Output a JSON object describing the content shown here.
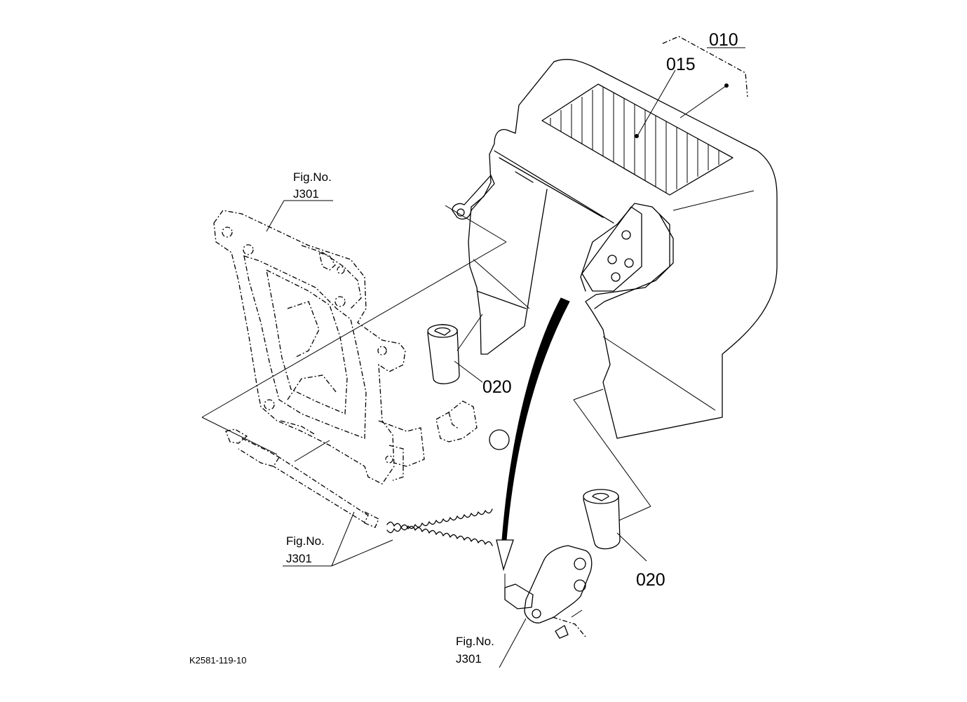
{
  "labels": {
    "part_010": "010",
    "part_015": "015",
    "part_020_upper": "020",
    "part_020_lower": "020",
    "fig_ref_top": {
      "line1": "Fig.No.",
      "line2": "J301"
    },
    "fig_ref_middle": {
      "line1": "Fig.No.",
      "line2": "J301"
    },
    "fig_ref_bottom": {
      "line1": "Fig.No.",
      "line2": "J301"
    },
    "drawing_code": "K2581-119-10"
  }
}
